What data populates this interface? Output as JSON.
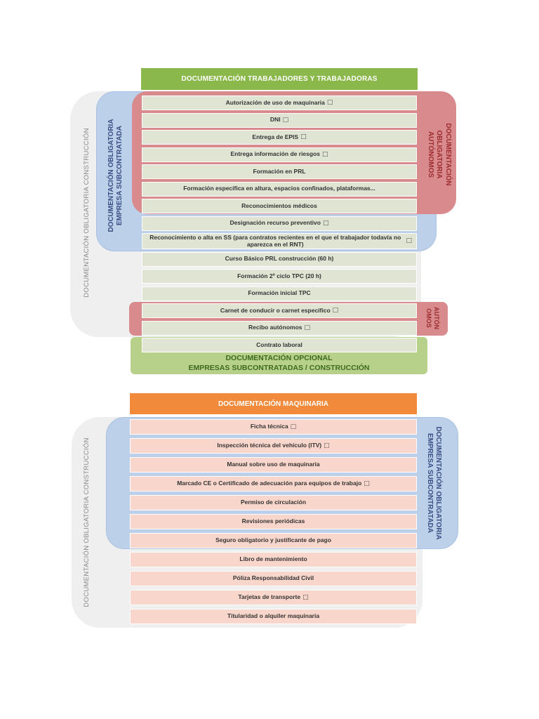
{
  "section_workers": {
    "header": "DOCUMENTACIÓN TRABAJADORES Y TRABAJADORAS",
    "label_construction": "DOCUMENTACIÓN OBLIGATORIA CONSTRUCCIÓN",
    "label_subcontracted_line1": "DOCUMENTACIÓN OBLIGATORIA",
    "label_subcontracted_line2": "EMPRESA SUBCONTRATADA",
    "label_autonomos_line1": "DOCUMENTACIÓN",
    "label_autonomos_line2": "OBLIGATORIA",
    "label_autonomos_line3": "AUTÓNOMOS",
    "label_auton_short_line1": "AUTÓN",
    "label_auton_short_line2": "OMOS",
    "label_optional_line1": "DOCUMENTACIÓN OPCIONAL",
    "label_optional_line2": "EMPRESAS SUBCONTRATADAS / CONSTRUCCIÓN",
    "rows": [
      {
        "text": "Autorización de uso de maquinaria",
        "icon": "book-icon"
      },
      {
        "text": "DNI",
        "icon": "book-icon"
      },
      {
        "text": "Entrega de EPIS",
        "icon": "book-icon"
      },
      {
        "text": "Entrega información de riesgos",
        "icon": "book-icon"
      },
      {
        "text": "Formación en PRL",
        "icon": ""
      },
      {
        "text": "Formación específica en altura, espacios confinados, plataformas...",
        "icon": ""
      },
      {
        "text": "Reconocimientos médicos",
        "icon": ""
      },
      {
        "text": "Designación recurso preventivo",
        "icon": "book-icon"
      },
      {
        "text": "Reconocimiento o alta en SS (para contratos recientes en el que el trabajador todavía no aparezca en el RNT)",
        "icon": "book-icon"
      },
      {
        "text": "Curso Básico PRL construcción (60 h)",
        "icon": ""
      },
      {
        "text": "Formación 2º ciclo TPC (20 h)",
        "icon": ""
      },
      {
        "text": "Formación inicial TPC",
        "icon": ""
      },
      {
        "text": "Carnet de conducir o carnet específico",
        "icon": "book-icon"
      },
      {
        "text": "Recibo autónomos",
        "icon": "book-icon"
      },
      {
        "text": "Contrato laboral",
        "icon": ""
      }
    ]
  },
  "section_machinery": {
    "header": "DOCUMENTACIÓN MAQUINARIA",
    "label_construction": "DOCUMENTACIÓN OBLIGATORIA CONSTRUCCIÓN",
    "label_subcontracted_line1": "DOCUMENTACIÓN OBLIGATORIA",
    "label_subcontracted_line2": "EMPRESA SUBCONTRATADA",
    "rows": [
      {
        "text": "Ficha técnica",
        "icon": "book-icon"
      },
      {
        "text": "Inspección técnica del vehículo (ITV)",
        "icon": "book-icon"
      },
      {
        "text": "Manual sobre uso de maquinaria",
        "icon": ""
      },
      {
        "text": "Marcado CE o Certificado de adecuación para equipos de trabajo",
        "icon": "book-icon"
      },
      {
        "text": "Permiso de circulación",
        "icon": ""
      },
      {
        "text": "Revisiones periódicas",
        "icon": ""
      },
      {
        "text": "Seguro obligatorio y justificante de pago",
        "icon": ""
      },
      {
        "text": "Libro de mantenimiento",
        "icon": ""
      },
      {
        "text": "Póliza Responsabilidad Civil",
        "icon": ""
      },
      {
        "text": "Tarjetas de transporte",
        "icon": "book-icon"
      },
      {
        "text": "Titularidad o alquiler maquinaria",
        "icon": ""
      }
    ]
  },
  "colors": {
    "header_green": "#8bb84a",
    "header_orange": "#f28a3c",
    "construction_grey": "#efefef",
    "subcontracted_blue": "#bcd0ea",
    "autonomos_red": "#d98a8c",
    "optional_green": "#b7d08a"
  }
}
